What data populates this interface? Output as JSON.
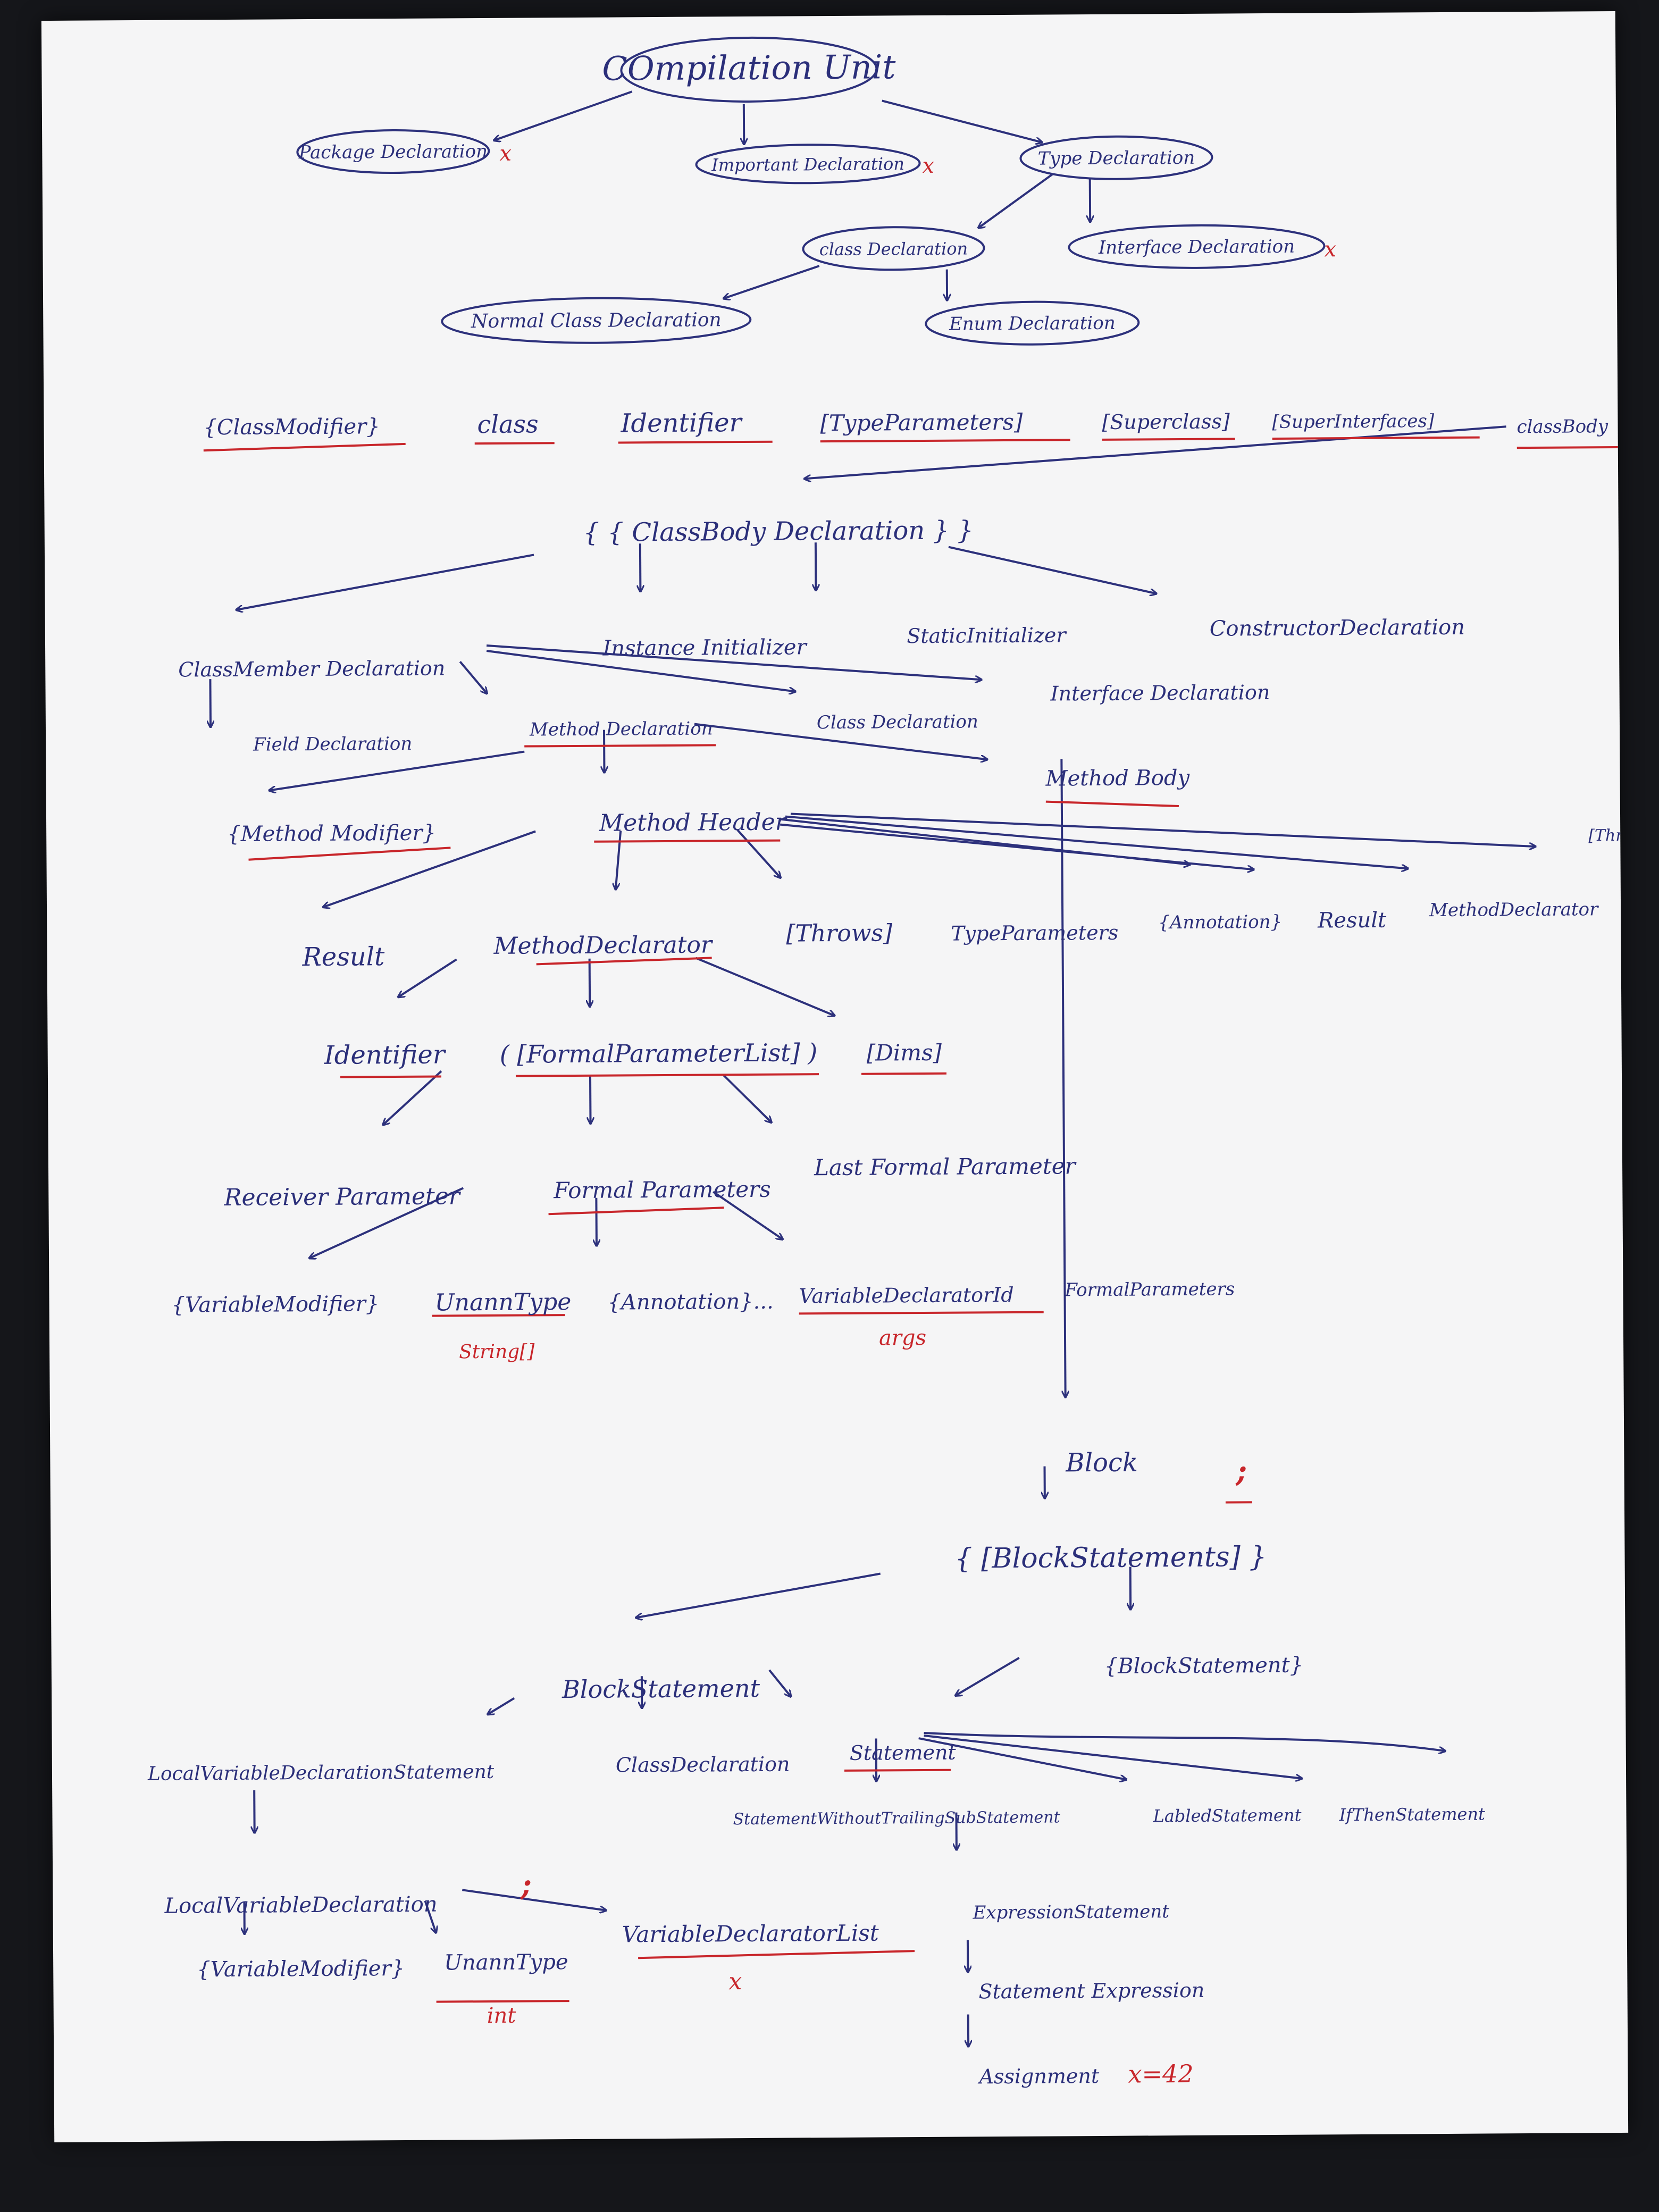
{
  "diagram": {
    "nodes": {
      "compilation_unit": "COmpilation Unit",
      "package_declaration": "Package Declaration",
      "important_declaration": "Important Declaration",
      "type_declaration": "Type Declaration",
      "class_declaration": "class Declaration",
      "interface_declaration": "Interface Declaration",
      "normal_class_declaration": "Normal Class Declaration",
      "enum_declaration": "Enum Declaration",
      "class_modifier": "{ClassModifier}",
      "class_keyword": "class",
      "identifier": "Identifier",
      "type_parameters": "[TypeParameters]",
      "superclass": "[Superclass]",
      "superinterfaces": "[SuperInterfaces]",
      "class_body": "classBody",
      "class_body_declaration": "{ { ClassBody Declaration } }",
      "class_member_declaration": "ClassMember Declaration",
      "instance_initializer": "Instance Initializer",
      "static_initializer": "StaticInitializer",
      "constructor_declaration": "ConstructorDeclaration",
      "field_declaration": "Field Declaration",
      "method_declaration": "Method Declaration",
      "class_declaration_2": "Class Declaration",
      "interface_declaration_2": "Interface Declaration",
      "method_body": "Method Body",
      "method_modifier": "{Method Modifier}",
      "method_header": "Method Header",
      "result": "Result",
      "method_declarator": "MethodDeclarator",
      "throws": "[Throws]",
      "type_parameters_2": "TypeParameters",
      "annotation_list": "{Annotation}",
      "result_2": "Result",
      "method_declarator_2": "MethodDeclarator",
      "throws_2": "[Throws]",
      "identifier_2": "Identifier",
      "formal_parameter_list": "( [FormalParameterList] )",
      "dims": "[Dims]",
      "receiver_parameter": "Receiver Parameter",
      "formal_parameters": "Formal Parameters",
      "last_formal_parameter": "Last Formal Parameter",
      "variable_modifier": "{VariableModifier}",
      "unann_type": "UnannType",
      "annotation": "{Annotation}...",
      "variable_declarator_id": "VariableDeclaratorId",
      "formal_parameters_2": "FormalParameters",
      "block": "Block",
      "block_statements": "{ [BlockStatements] }",
      "block_statements_repeat": "{BlockStatement}",
      "block_statement": "BlockStatement",
      "local_variable_declaration_statement": "LocalVariableDeclarationStatement",
      "class_declaration_3": "ClassDeclaration",
      "statement": "Statement",
      "statement_without_trailing": "StatementWithoutTrailingSubStatement",
      "labeled_statement": "LabledStatement",
      "if_then_statement": "IfThenStatement",
      "local_variable_declaration": "LocalVariableDeclaration",
      "variable_modifier_2": "{VariableModifier}",
      "unann_type_2": "UnannType",
      "variable_declarator_list": "VariableDeclaratorList",
      "expression_statement": "ExpressionStatement",
      "statement_expression": "Statement Expression",
      "assignment": "Assignment"
    },
    "annotations": {
      "x_mark": "x",
      "string_array": "String[]",
      "args": "args",
      "semicolon": ";",
      "int": "int",
      "x_equals": "x=42"
    }
  },
  "colors": {
    "pen_blue": "#2d317c",
    "pen_red": "#c8262b",
    "paper": "#f5f5f6",
    "background": "#15161a"
  }
}
